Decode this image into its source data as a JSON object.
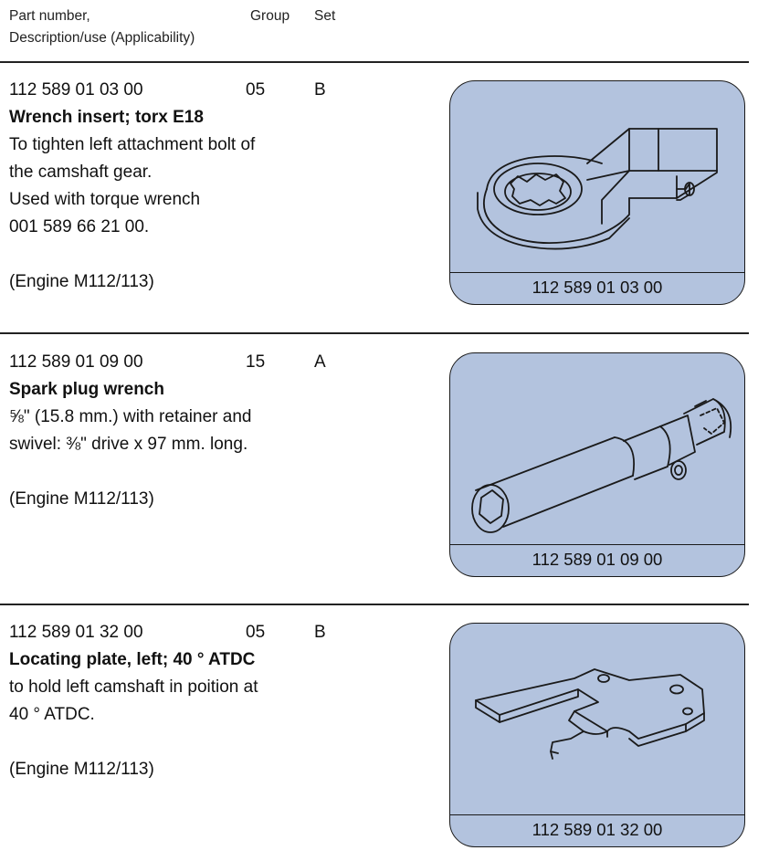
{
  "header": {
    "col1_line1": "Part number,",
    "col1_line2": "Description/use (Applicability)",
    "group": "Group",
    "set": "Set"
  },
  "entries": [
    {
      "part_number": "112 589 01 03 00",
      "group": "05",
      "set": "B",
      "title": "Wrench insert; torx E18",
      "lines": [
        "To tighten left attachment bolt of",
        "the camshaft gear.",
        "Used with torque wrench",
        "001 589 66 21 00."
      ],
      "applicability": "(Engine M112/113)",
      "image_caption": "112 589 01 03 00",
      "illustration": "wrench-insert-drawing"
    },
    {
      "part_number": "112 589 01 09 00",
      "group": "15",
      "set": "A",
      "title": "Spark plug wrench",
      "lines": [
        "⅝\" (15.8 mm.) with retainer and",
        "swivel: ⅜\" drive x 97 mm. long."
      ],
      "applicability": "(Engine M112/113)",
      "image_caption": "112 589 01 09 00",
      "illustration": "spark-plug-wrench-drawing"
    },
    {
      "part_number": "112 589 01 32 00",
      "group": "05",
      "set": "B",
      "title": "Locating plate, left; 40 ° ATDC",
      "lines": [
        "to hold left camshaft in poition at",
        "40 ° ATDC."
      ],
      "applicability": "(Engine M112/113)",
      "image_caption": "112 589 01 32 00",
      "illustration": "locating-plate-drawing"
    }
  ],
  "colors": {
    "card_fill": "#b3c3de",
    "line": "#1a1a1a"
  }
}
